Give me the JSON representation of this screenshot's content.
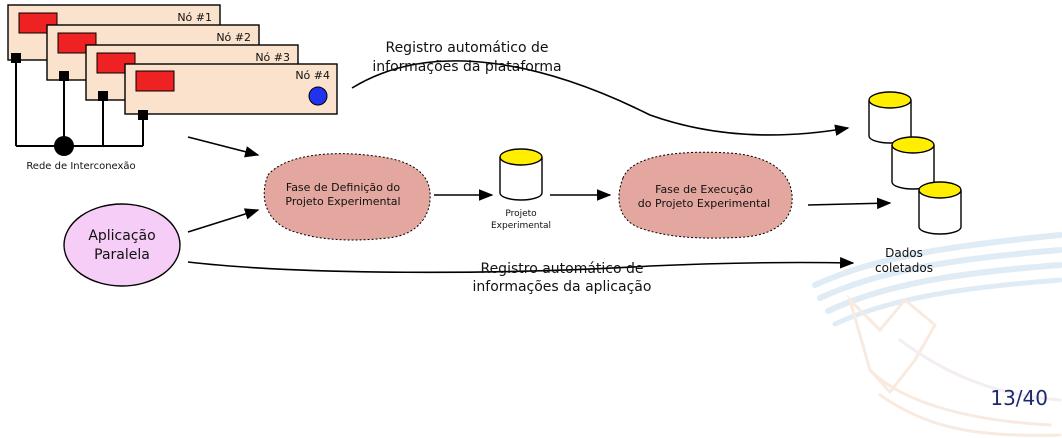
{
  "nodes": [
    {
      "label": "Nó #1"
    },
    {
      "label": "Nó #2"
    },
    {
      "label": "Nó #3"
    },
    {
      "label": "Nó #4"
    }
  ],
  "network_label": "Rede de Interconexão",
  "application_label": [
    "Aplicação",
    "Paralela"
  ],
  "phase_definition_label": [
    "Fase de Definição do",
    "Projeto Experimental"
  ],
  "phase_execution_label": [
    "Fase de Execução",
    "do Projeto Experimental"
  ],
  "project_db_label": [
    "Projeto",
    "Experimental"
  ],
  "platform_log_label": [
    "Registro automático de",
    "informações da plataforma"
  ],
  "app_log_label": [
    "Registro automático de",
    "informações da aplicação"
  ],
  "collected_label": [
    "Dados",
    "coletados"
  ],
  "page_number": "13/40",
  "colors": {
    "node_fill": "#fbe2cc",
    "node_red": "#ee2222",
    "node_blue": "#2233ee",
    "cloud_fill": "#e3a7a0",
    "db_top": "#ffee00",
    "app_fill": "#f6cdf6"
  }
}
